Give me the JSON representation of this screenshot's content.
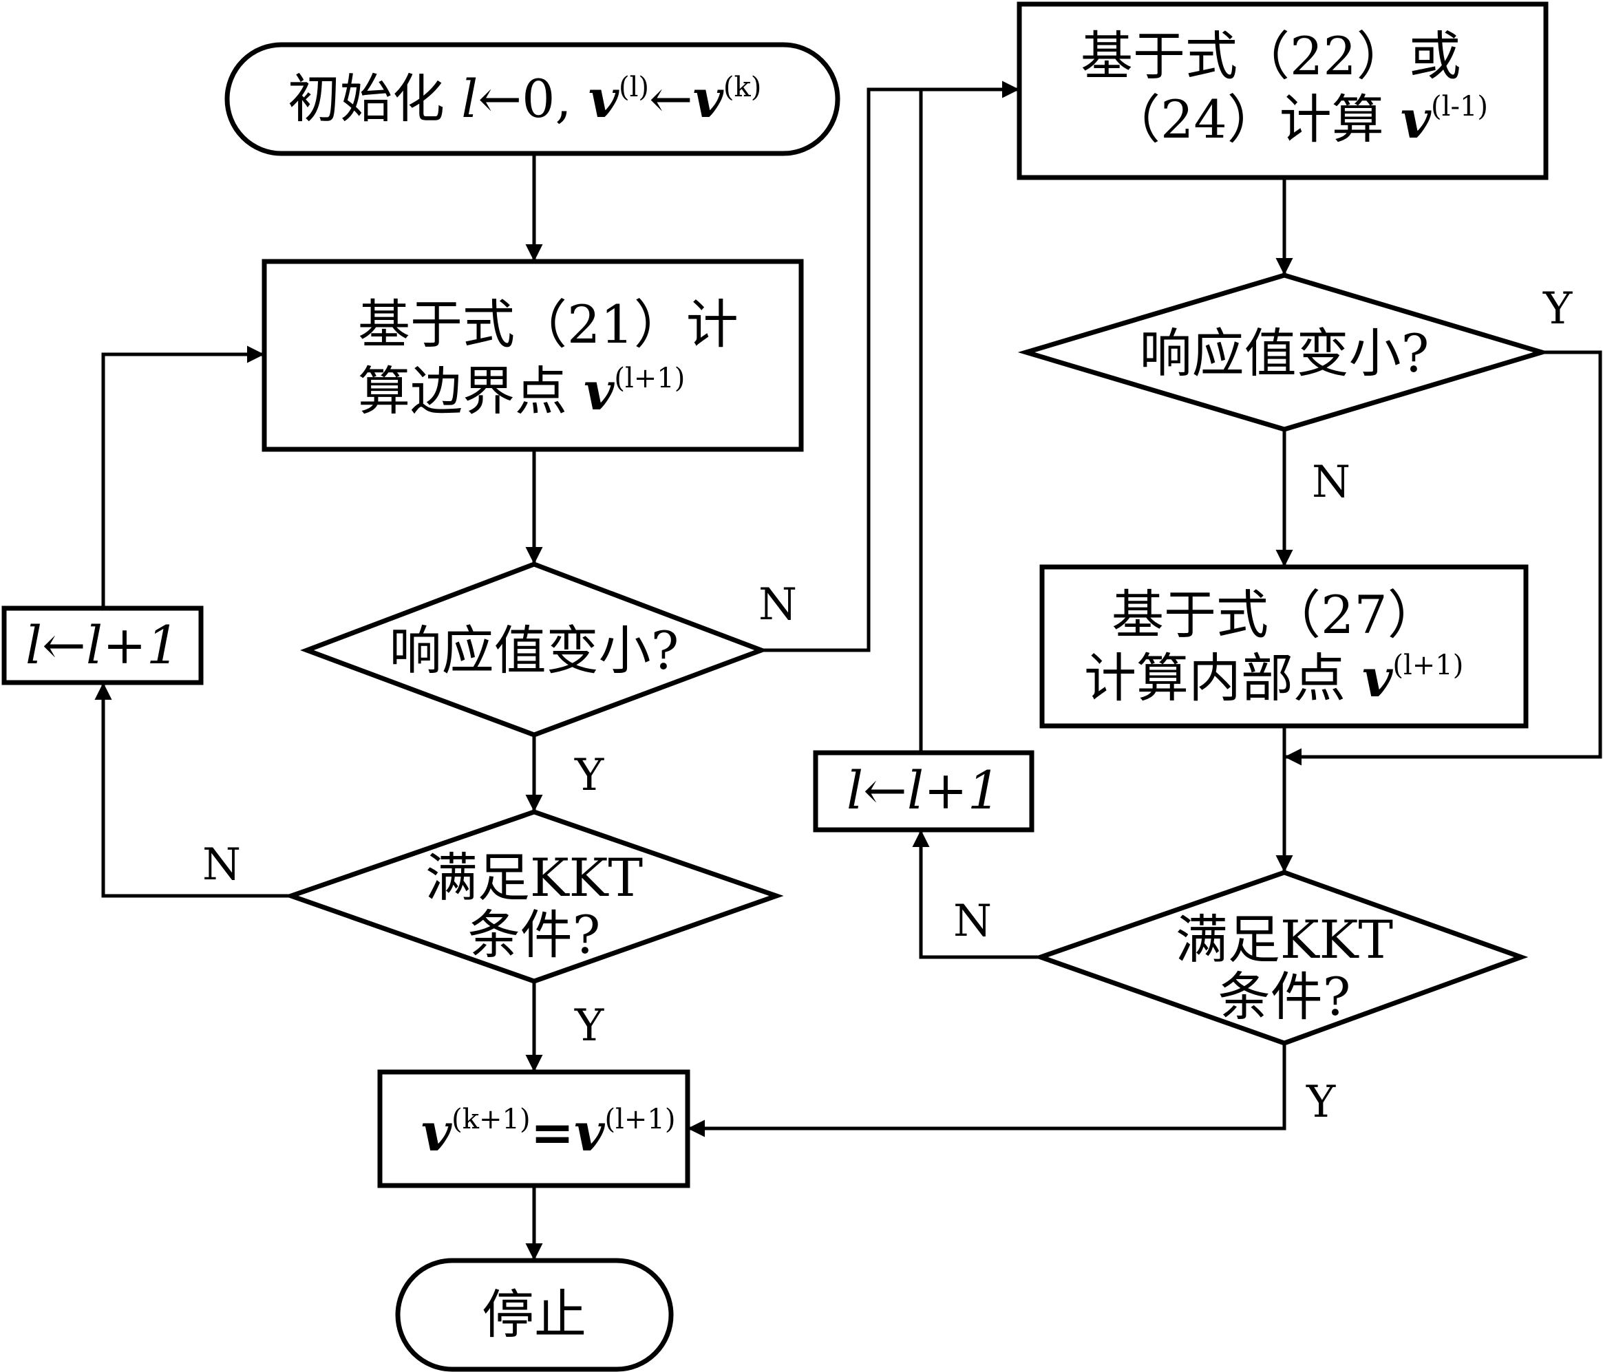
{
  "start": {
    "prefix": "初始化 ",
    "l": "l",
    "assign1": "←0, ",
    "v1": "v",
    "sup1": "(l)",
    "arrow": "←",
    "v2": "v",
    "sup2": "(k)"
  },
  "boundary": {
    "line1": "基于式（21）计",
    "line2_text": "算边界点 ",
    "v": "v",
    "sup": "(l+1)"
  },
  "decision1": {
    "text": "响应值变小?"
  },
  "kkt1": {
    "line1": "满足KKT",
    "line2": "条件?"
  },
  "update_left": {
    "text": "l←l+1"
  },
  "result": {
    "v1": "v",
    "sup1": "(k+1)",
    "eq": "=",
    "v2": "v",
    "sup2": "(l+1)"
  },
  "stop": {
    "text": "停止"
  },
  "calc_right": {
    "line1": "基于式（22）或",
    "line2_text": "（24）计算 ",
    "v": "v",
    "sup": "(l-1)"
  },
  "decision2": {
    "text": "响应值变小?"
  },
  "interior": {
    "line1": "基于式（27）",
    "line2_text": "计算内部点 ",
    "v": "v",
    "sup": "(l+1)"
  },
  "kkt2": {
    "line1": "满足KKT",
    "line2": "条件?"
  },
  "update_right": {
    "text": "l←l+1"
  },
  "labels": {
    "n_d1": "N",
    "y_d1": "Y",
    "n_kkt1": "N",
    "y_kkt1": "Y",
    "y_d2": "Y",
    "n_d2": "N",
    "n_kkt2": "N",
    "y_kkt2": "Y"
  }
}
